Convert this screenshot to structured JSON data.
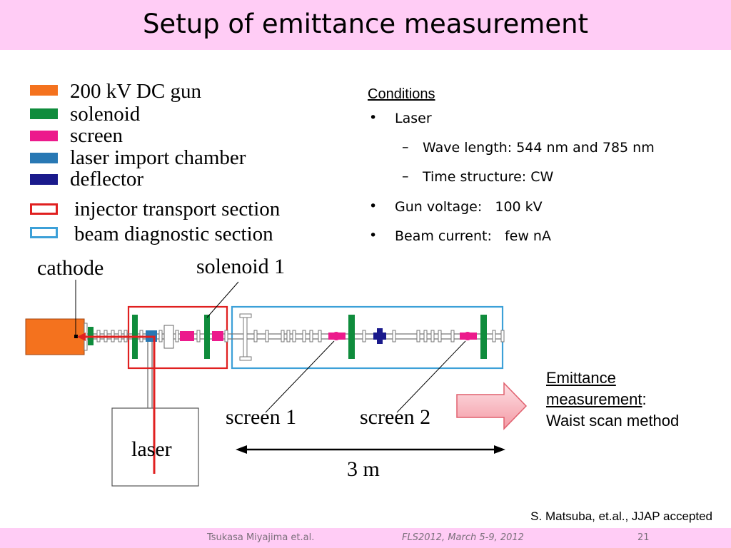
{
  "slide": {
    "title": "Setup of emittance measurement"
  },
  "legend": [
    {
      "label": "200 kV DC gun",
      "color": "#f4721e",
      "style": "filled"
    },
    {
      "label": "solenoid",
      "color": "#0f8c3c",
      "style": "filled"
    },
    {
      "label": "screen",
      "color": "#ec1a8c",
      "style": "filled"
    },
    {
      "label": "laser  import chamber",
      "color": "#2878b4",
      "style": "filled"
    },
    {
      "label": "deflector",
      "color": "#1a1a8c",
      "style": "filled"
    },
    {
      "label": "injector transport section",
      "color": "#e02020",
      "style": "outline"
    },
    {
      "label": "beam diagnostic section",
      "color": "#3ca0d8",
      "style": "outline"
    }
  ],
  "diagram": {
    "cathode_label": "cathode",
    "solenoid1_label": "solenoid 1",
    "screen1_label": "screen 1",
    "screen2_label": "screen 2",
    "laser_label": "laser",
    "distance_label": "3 m"
  },
  "conditions": {
    "heading": "Conditions",
    "bullet_glyph": "•",
    "dash_glyph": "–",
    "laser": "Laser",
    "wavelength": "Wave length: 544 nm and 785 nm",
    "time_structure": "Time structure: CW",
    "gun_voltage": "Gun voltage:   100 kV",
    "beam_current": "Beam current:   few nA"
  },
  "emittance": {
    "line1": "Emittance",
    "line2_underlined": "measurement",
    "line2_suffix": ":",
    "line3": "Waist scan method"
  },
  "citation": "S. Matsuba, et.al., JJAP accepted",
  "footer": {
    "author": "Tsukasa Miyajima et.al.",
    "conference": "FLS2012, March 5-9, 2012",
    "page": "21"
  }
}
